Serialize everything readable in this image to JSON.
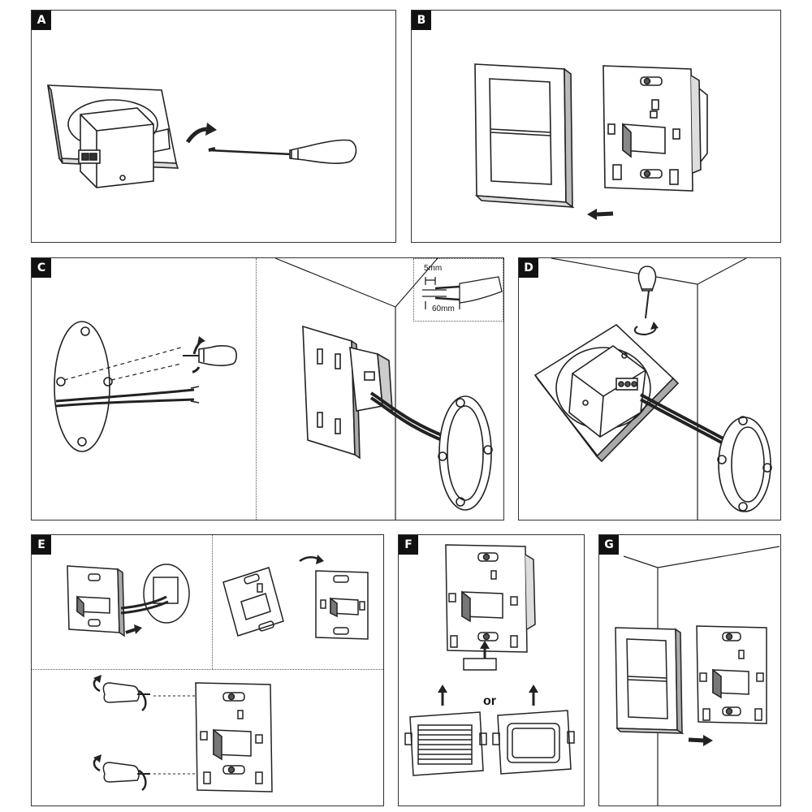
{
  "panels": [
    {
      "id": "A",
      "label": "A"
    },
    {
      "id": "B",
      "label": "B"
    },
    {
      "id": "C",
      "label": "C"
    },
    {
      "id": "D",
      "label": "D"
    },
    {
      "id": "E",
      "label": "E"
    },
    {
      "id": "F",
      "label": "F"
    },
    {
      "id": "G",
      "label": "G"
    }
  ],
  "wire_strip": {
    "strip_length": "5mm",
    "sheath_length": "60mm"
  },
  "cover_choice": {
    "or_label": "or"
  },
  "colors": {
    "line": "#222222",
    "panel_border": "#333333",
    "tag_bg": "#111111",
    "tag_text": "#ffffff"
  }
}
